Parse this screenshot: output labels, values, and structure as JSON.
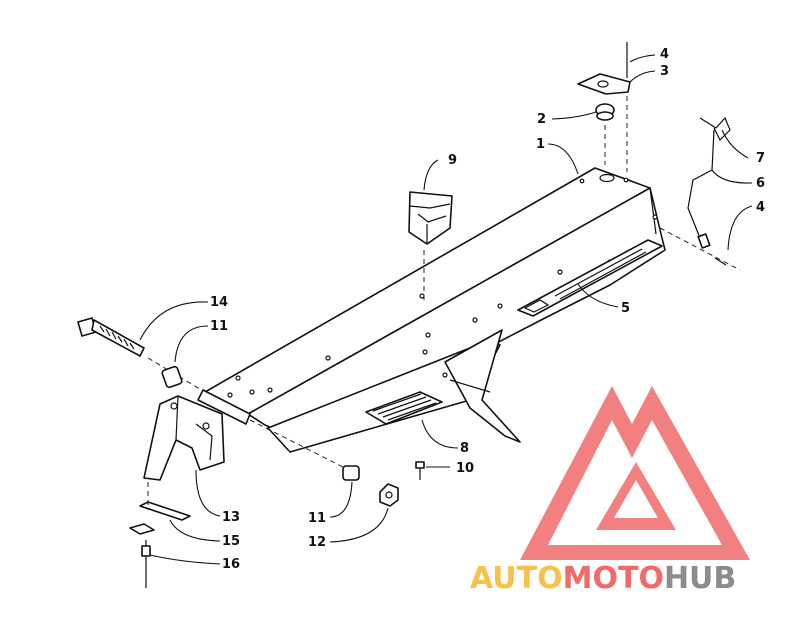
{
  "callouts": {
    "c1": "1",
    "c2": "2",
    "c3": "3",
    "c4a": "4",
    "c4b": "4",
    "c5": "5",
    "c6": "6",
    "c7": "7",
    "c8": "8",
    "c9": "9",
    "c10": "10",
    "c11a": "11",
    "c11b": "11",
    "c12": "12",
    "c13": "13",
    "c14": "14",
    "c15": "15",
    "c16": "16"
  },
  "watermark": {
    "part1": "AUTO",
    "part2": "MOTO",
    "part3": "HUB",
    "color1": "#f7c14b",
    "color2": "#f26a6a",
    "color3": "#8c8c8c",
    "logo_color": "#f26a6a"
  }
}
